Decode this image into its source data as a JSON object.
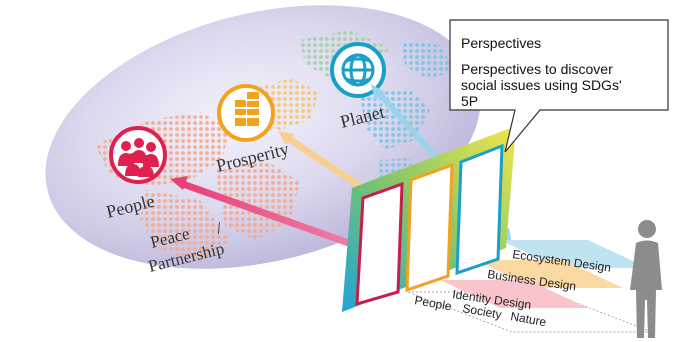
{
  "callout": {
    "title": "Perspectives",
    "body_lines": [
      "Perspectives to discover",
      "social issues using SDGs'",
      "5P"
    ]
  },
  "spheres": {
    "people": "People",
    "prosperity": "Prosperity",
    "planet": "Planet",
    "peace": "Peace",
    "slash": "/",
    "partnership": "Partnership"
  },
  "design_layers": {
    "ecosystem": "Ecosystem Design",
    "business": "Business Design",
    "identity": "Identity Design"
  },
  "floor_labels": {
    "people": "People",
    "society": "Society",
    "nature": "Nature"
  },
  "colors": {
    "people": "#e0204f",
    "prosperity": "#f3a21b",
    "planet": "#1a9fc9",
    "ecosystem_band": "#bfe3f1",
    "business_band": "#fbd9a3",
    "identity_band": "#f9c5cb",
    "globe": "#d9d6ec"
  },
  "icons": {
    "people": "people-group-icon",
    "prosperity": "buildings-icon",
    "planet": "globe-icon",
    "viewer": "person-silhouette-icon"
  }
}
